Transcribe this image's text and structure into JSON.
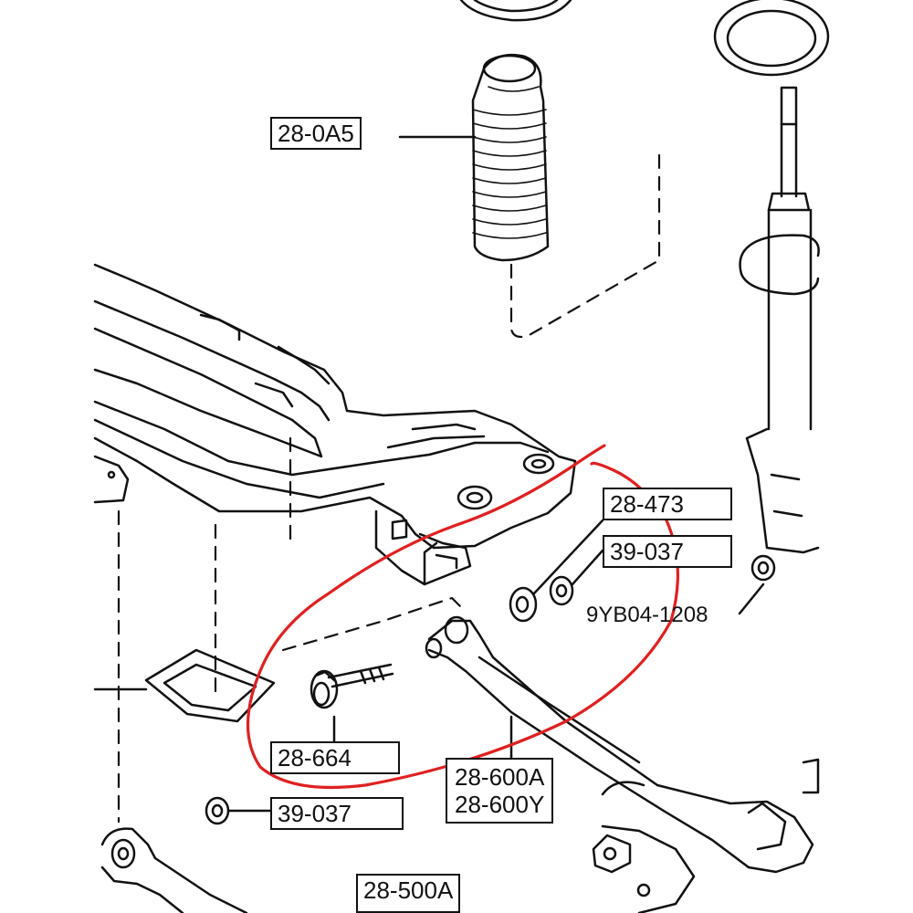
{
  "labels": {
    "boot": "28-0A5",
    "bush": "28-473",
    "nut_right": "39-037",
    "nut_far": "9YB04-1208",
    "bolt": "28-664",
    "arm_a": "28-600A",
    "arm_y": "28-600Y",
    "nut_left": "39-037",
    "lower_arm": "28-500A"
  },
  "colors": {
    "line": "#111111",
    "highlight": "#e02020",
    "paper": "#ffffff"
  }
}
